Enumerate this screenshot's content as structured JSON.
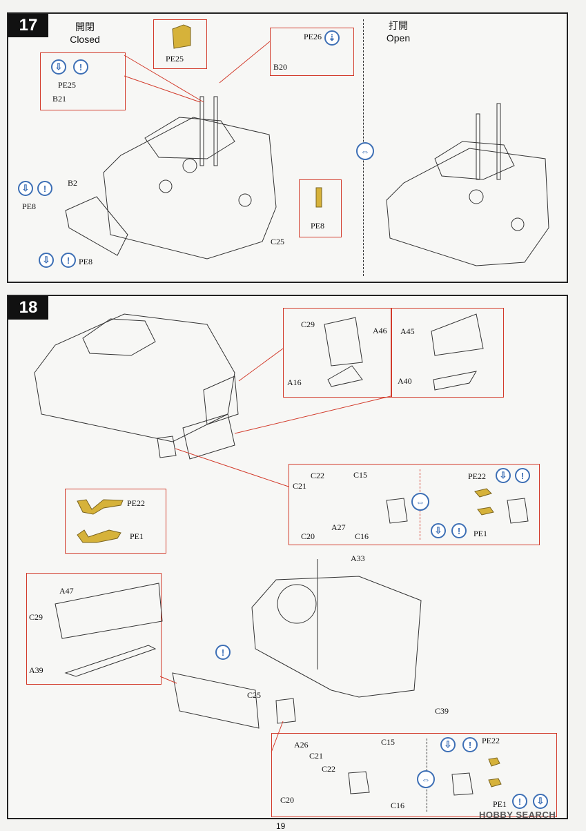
{
  "step17": {
    "number": "17",
    "closed_cjk": "開閉",
    "closed": "Closed",
    "open_cjk": "打開",
    "open": "Open",
    "parts": [
      "PE25",
      "PE26",
      "B20",
      "PE25",
      "B21",
      "B2",
      "PE8",
      "PE8",
      "PE8",
      "C25"
    ]
  },
  "step18": {
    "number": "18",
    "parts": [
      "C29",
      "A46",
      "A16",
      "A45",
      "A40",
      "C22",
      "C15",
      "C21",
      "C20",
      "A27",
      "C16",
      "PE22",
      "PE1",
      "PE22",
      "PE1",
      "A33",
      "A47",
      "C29",
      "A39",
      "C25",
      "C39",
      "A26",
      "C21",
      "C22",
      "C20",
      "C15",
      "C16",
      "PE22",
      "PE1"
    ]
  },
  "footer": {
    "page_number": "19",
    "brand": "HOBBY SEARCH"
  },
  "colors": {
    "callout": "#d23a2a",
    "icon": "#3d6fb5",
    "photoetch": "#d6b23a"
  }
}
